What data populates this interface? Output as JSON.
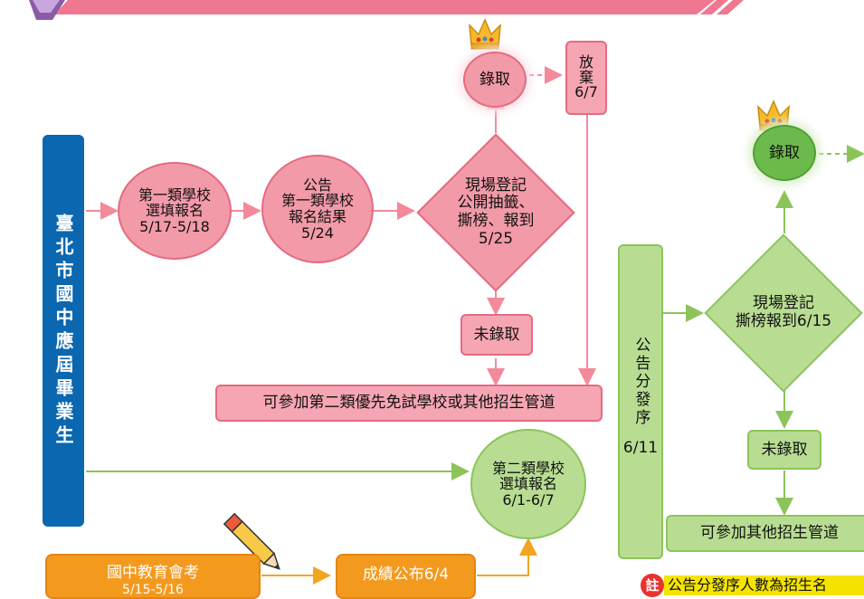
{
  "header": {
    "title_fragment": "一類優先免試入學流程序"
  },
  "side_bar": {
    "label": "臺北市國中應屆畢業生"
  },
  "first_round": {
    "apply": "第一類學校\n選填報名\n5/17-5/18",
    "announce": "公告\n第一類學校\n報名結果\n5/24",
    "register": "現場登記\n公開抽籤、\n撕榜、報到\n5/25",
    "admitted": "錄取",
    "give_up": "放\n棄\n6/7",
    "not_admitted": "未錄取",
    "result_box": "可參加第二類優先免試學校或其他招生管道"
  },
  "second_round": {
    "apply": "第二類學校\n選填報名\n6/1-6/7",
    "distribution": "公告分發序",
    "distribution_date": "6/11",
    "register": "現場登記\n撕榜報到6/15",
    "admitted": "錄取",
    "not_admitted": "未錄取",
    "result_box": "可參加其他招生管道"
  },
  "exam": {
    "title": "國中教育會考",
    "date": "5/15-5/16",
    "score_release": "成績公布6/4"
  },
  "note": {
    "badge": "註",
    "text": "公告分發序人數為招生名"
  },
  "colors": {
    "blue": "#0a67b0",
    "pink": "#f29aa8",
    "pink_border": "#e56b80",
    "green": "#b8dd92",
    "green_border": "#8cc45a",
    "orange": "#f39a1e",
    "note_red": "#e8322f",
    "note_yellow": "#f5e400"
  },
  "icons": [
    "crown-icon",
    "pencil-icon",
    "banner-book-icon"
  ]
}
